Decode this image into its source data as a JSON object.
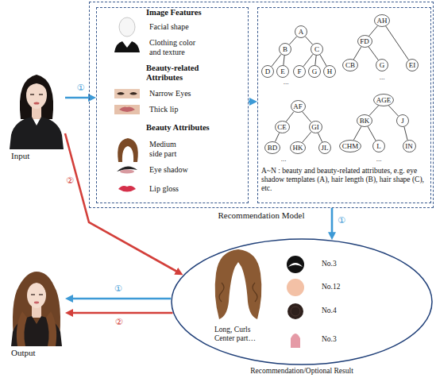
{
  "diagram": {
    "nodes": [
      {
        "text": [
          "Input"
        ]
      },
      {
        "text": [
          "Recommendation Model"
        ]
      },
      {
        "text": [
          "Image Features",
          "Facial shape",
          "Clothing color and texture",
          "Beauty-related Attributes",
          "Narrow Eyes",
          "Thick lip",
          "Beauty Attributes",
          "Medium side part",
          "Eye shadow",
          "Lip gloss"
        ],
        "in": 1
      },
      {
        "text": [
          "A~N : beauty and beauty-related attributes, e.g. eye shadow templates (A), hair length (B), hair shape (C), etc."
        ],
        "in": 1
      },
      {
        "text": [
          "A"
        ],
        "in": 3
      },
      {
        "text": [
          "B"
        ],
        "in": 3
      },
      {
        "text": [
          "C"
        ],
        "in": 3
      },
      {
        "text": [
          "D"
        ],
        "in": 3
      },
      {
        "text": [
          "E"
        ],
        "in": 3
      },
      {
        "text": [
          "F"
        ],
        "in": 3
      },
      {
        "text": [
          "G"
        ],
        "in": 3
      },
      {
        "text": [
          "H"
        ],
        "in": 3
      },
      {
        "text": [
          "AH"
        ],
        "in": 3
      },
      {
        "text": [
          "FD"
        ],
        "in": 3
      },
      {
        "text": [
          "CB"
        ],
        "in": 3
      },
      {
        "text": [
          "G"
        ],
        "in": 3
      },
      {
        "text": [
          "EI"
        ],
        "in": 3
      },
      {
        "text": [
          "AF"
        ],
        "in": 3
      },
      {
        "text": [
          "CE"
        ],
        "in": 3
      },
      {
        "text": [
          "GI"
        ],
        "in": 3
      },
      {
        "text": [
          "BD"
        ],
        "in": 3
      },
      {
        "text": [
          "HK"
        ],
        "in": 3
      },
      {
        "text": [
          "JL"
        ],
        "in": 3
      },
      {
        "text": [
          "AGE"
        ],
        "in": 3
      },
      {
        "text": [
          "BK"
        ],
        "in": 3
      },
      {
        "text": [
          "J"
        ],
        "in": 3
      },
      {
        "text": [
          "CHM"
        ],
        "in": 3
      },
      {
        "text": [
          "L"
        ],
        "in": 3
      },
      {
        "text": [
          "IN"
        ],
        "in": 3
      },
      {
        "text": [
          "Long, Curls Center part…",
          "No.3",
          "No.12",
          "No.4",
          "No.3",
          "Recommendation/Optional Result"
        ]
      },
      {
        "text": [
          "Output"
        ]
      }
    ],
    "edges": [
      {
        "from": 0,
        "to": 2,
        "arrow": "to",
        "label": "①"
      },
      {
        "from": 2,
        "to": 3,
        "arrow": "to"
      },
      {
        "from": 0,
        "to": 29,
        "arrow": "to",
        "label": "②"
      },
      {
        "from": 1,
        "to": 29,
        "arrow": "to",
        "label": "①"
      },
      {
        "from": 29,
        "to": 30,
        "arrow": "to",
        "label": "①"
      },
      {
        "from": 29,
        "to": 30,
        "arrow": "to",
        "label": "②"
      },
      {
        "from": 4,
        "to": 5,
        "arrow": "none"
      },
      {
        "from": 4,
        "to": 6,
        "arrow": "none"
      },
      {
        "from": 5,
        "to": 7,
        "arrow": "none"
      },
      {
        "from": 5,
        "to": 8,
        "arrow": "none"
      },
      {
        "from": 6,
        "to": 9,
        "arrow": "none"
      },
      {
        "from": 6,
        "to": 10,
        "arrow": "none"
      },
      {
        "from": 6,
        "to": 11,
        "arrow": "none"
      },
      {
        "from": 12,
        "to": 13,
        "arrow": "none"
      },
      {
        "from": 13,
        "to": 14,
        "arrow": "none"
      },
      {
        "from": 13,
        "to": 15,
        "arrow": "none"
      },
      {
        "from": 12,
        "to": 16,
        "arrow": "none"
      },
      {
        "from": 17,
        "to": 18,
        "arrow": "none"
      },
      {
        "from": 17,
        "to": 19,
        "arrow": "none"
      },
      {
        "from": 18,
        "to": 20,
        "arrow": "none"
      },
      {
        "from": 19,
        "to": 21,
        "arrow": "none"
      },
      {
        "from": 19,
        "to": 22,
        "arrow": "none"
      },
      {
        "from": 23,
        "to": 24,
        "arrow": "none"
      },
      {
        "from": 23,
        "to": 25,
        "arrow": "none"
      },
      {
        "from": 24,
        "to": 26,
        "arrow": "none"
      },
      {
        "from": 24,
        "to": 27,
        "arrow": "none"
      },
      {
        "from": 25,
        "to": 28,
        "arrow": "none"
      }
    ],
    "labels": [
      "...",
      "...",
      "...",
      "..."
    ]
  }
}
